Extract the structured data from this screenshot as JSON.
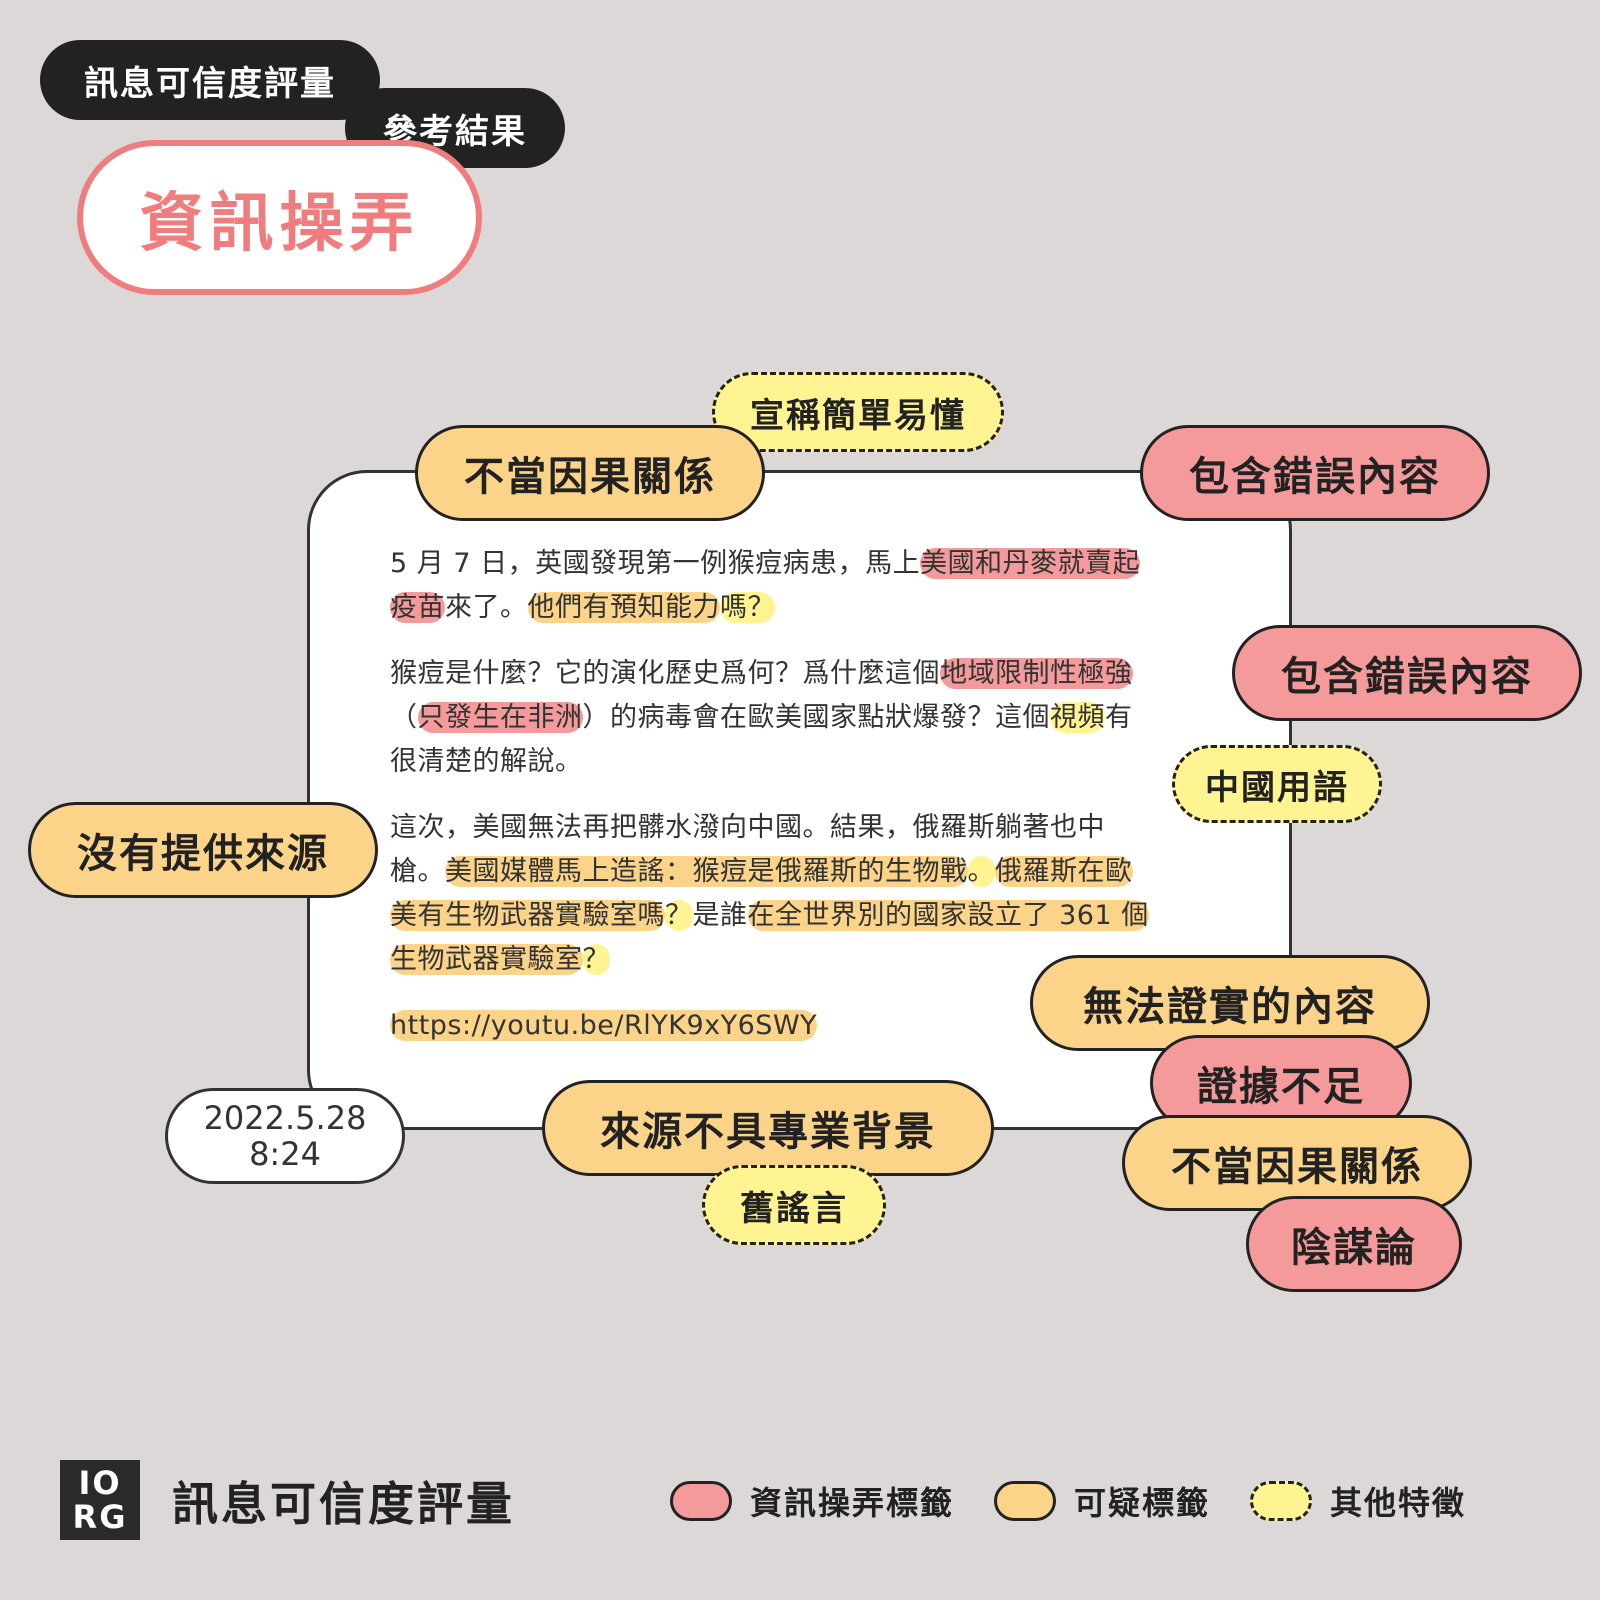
{
  "header": {
    "title": "訊息可信度評量",
    "subtitle": "參考結果",
    "verdict": "資訊操弄"
  },
  "post": {
    "p1": [
      "5 月 7 日，英國發現第一例猴痘病患，馬上",
      "美國和丹麥就賣起",
      "疫苗",
      "來了。",
      "他們有預知能力",
      "嗎？"
    ],
    "p2": [
      "猴痘是什麼？它的演化歷史爲何？爲什麼這個",
      "地域限制性極強",
      "（",
      "只發生在非洲",
      "）",
      "的病毒會在歐美國家點狀爆發？這個",
      "視頻",
      "有",
      "很清楚的解說。"
    ],
    "p3": [
      "這次，美國無法再把髒水潑向中國。結果，俄羅斯躺著也中",
      "槍。",
      "美國媒體馬上造謠：猴痘是俄羅斯的生物戰",
      "。",
      "俄羅斯在歐",
      "美有生物武器實驗室嗎",
      "？",
      "是誰",
      "在全世界別的國家設立了 361 個",
      "生物武器實驗室",
      "？"
    ],
    "link": "https://youtu.be/RlYK9xY6SWY"
  },
  "date": {
    "day": "2022.5.28",
    "time": "8:24"
  },
  "tags": {
    "t1": "宣稱簡單易懂",
    "t2": "不當因果關係",
    "t3": "包含錯誤內容",
    "t4": "包含錯誤內容",
    "t5": "中國用語",
    "t6": "沒有提供來源",
    "t7": "無法證實的內容",
    "t8": "證據不足",
    "t9": "不當因果關係",
    "t10": "陰謀論",
    "t11": "來源不具專業背景",
    "t12": "舊謠言"
  },
  "footer": {
    "logo_top": "IO",
    "logo_bottom": "RG",
    "title": "訊息可信度評量",
    "legend": [
      "資訊操弄標籤",
      "可疑標籤",
      "其他特徵"
    ]
  },
  "colors": {
    "manipulation": "#f59a9a",
    "suspicious": "#fbd48a",
    "other": "#fff491",
    "verdict": "#f07d7d",
    "background": "#dcd8d7"
  }
}
